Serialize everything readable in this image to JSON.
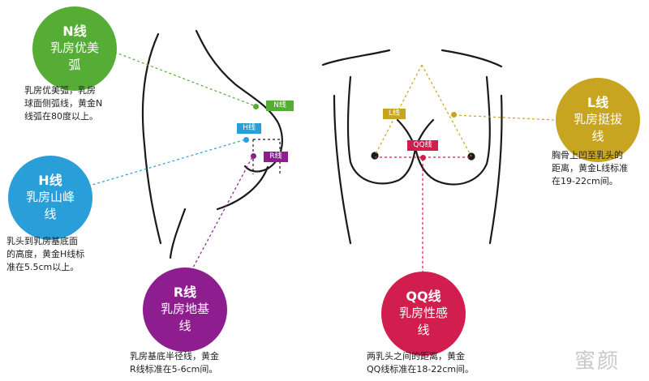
{
  "colors": {
    "n": "#56ad35",
    "h": "#2a9ed9",
    "r": "#8e1d8f",
    "l": "#c7a521",
    "qq": "#d21d4f",
    "outline": "#1a1a1a"
  },
  "n": {
    "title": "N线",
    "name": "乳房优美弧",
    "tag": "N线",
    "desc": [
      "乳房优美弧，乳房",
      "球面侧弧线，黄金N",
      "线弧在80度以上。"
    ]
  },
  "h": {
    "title": "H线",
    "name": "乳房山峰线",
    "tag": "H线",
    "desc": [
      "乳头到乳房基底面",
      "的高度，黄金H线标",
      "准在5.5cm以上。"
    ]
  },
  "r": {
    "title": "R线",
    "name": "乳房地基线",
    "tag": "R线",
    "desc": [
      "乳房基底半径线，黄金",
      "R线标准在5-6cm间。"
    ]
  },
  "l": {
    "title": "L线",
    "name": "乳房挺拔线",
    "tag": "L线",
    "desc": [
      "胸骨上凹至乳头的",
      "距离，黄金L线标准",
      "在19-22cm间。"
    ]
  },
  "qq": {
    "title": "QQ线",
    "name": "乳房性感线",
    "tag": "QQ线",
    "desc": [
      "两乳头之间的距离，黄金",
      "QQ线标准在18-22cm间。"
    ]
  },
  "watermark": "蜜颜"
}
